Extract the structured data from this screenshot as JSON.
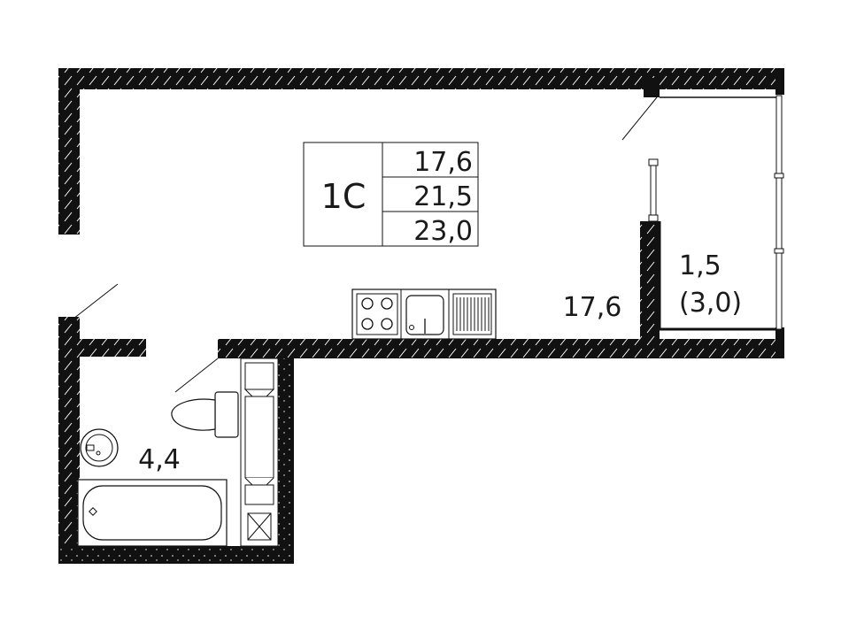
{
  "unit_badge": {
    "type_label": "1С",
    "areas": [
      "17,6",
      "21,5",
      "23,0"
    ]
  },
  "rooms": {
    "living_area": "17,6",
    "bathroom_area": "4,4",
    "balcony_area": "1,5",
    "balcony_area_full": "(3,0)"
  },
  "colors": {
    "wall": "#111111",
    "line": "#1a1a1a",
    "background": "#ffffff"
  }
}
